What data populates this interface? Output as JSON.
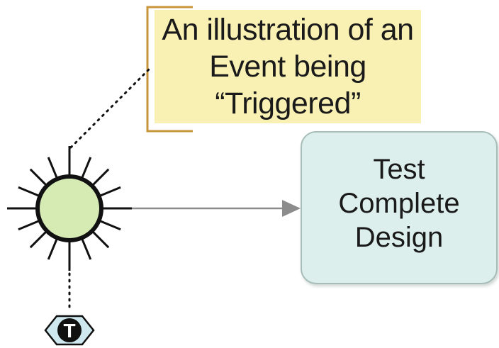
{
  "annotation": {
    "text": "An illustration of an\nEvent being\n“Triggered”"
  },
  "task": {
    "label": "Test\nComplete\nDesign"
  },
  "trigger_marker": {
    "letter": "T"
  },
  "colors": {
    "annotation_fill": "#f9f1b4",
    "annotation_bracket": "#c8953a",
    "event_fill": "#d6eab4",
    "event_stroke": "#111111",
    "task_fill": "#dcefec",
    "task_border": "#a7bdb8",
    "flow_line": "#8c8c8c",
    "marker_fill": "#cfe8f0"
  }
}
